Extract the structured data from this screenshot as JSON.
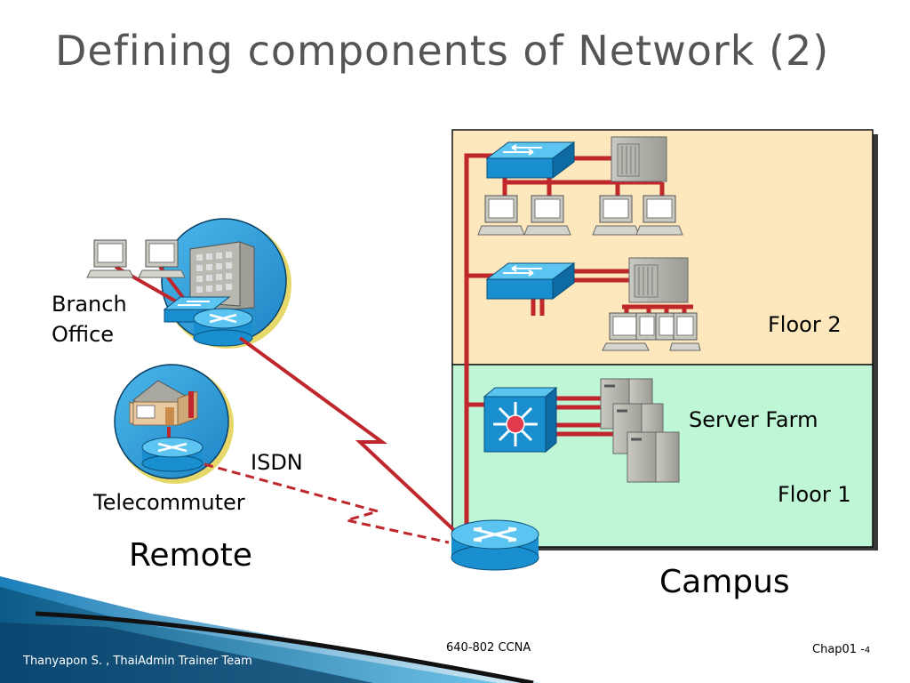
{
  "title": "Defining components of Network (2)",
  "labels": {
    "branch_office": "Branch\nOffice",
    "telecommuter": "Telecommuter",
    "isdn": "ISDN",
    "remote": "Remote",
    "campus": "Campus",
    "floor2": "Floor 2",
    "floor1": "Floor 1",
    "server_farm": "Server Farm"
  },
  "footer": {
    "author": "Thanyapon S. , ThaiAdmin Trainer Team",
    "course": "640-802 CCNA",
    "chapter": "Chap01 -",
    "page": "4"
  },
  "colors": {
    "floor2_bg": "#fde7bd",
    "floor1_bg": "#bff7d6",
    "link_red": "#c0272d",
    "device_blue": "#1a8fd0",
    "circle_blue": "#3aa8e0",
    "title_gray": "#555555"
  }
}
